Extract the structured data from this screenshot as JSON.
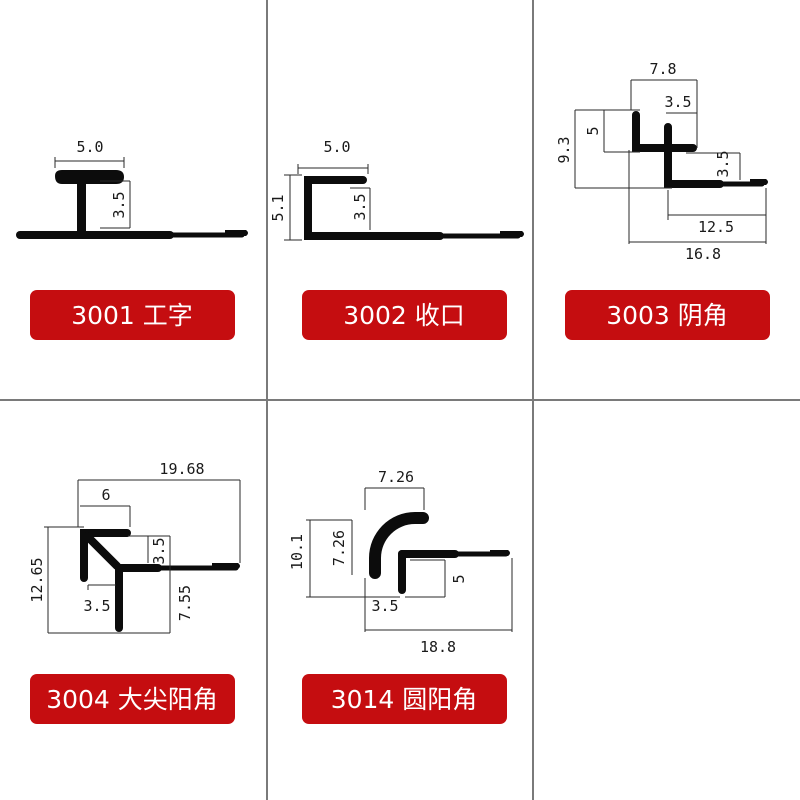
{
  "colors": {
    "badge": "#c50d10",
    "profile": "#0c0c0c",
    "grid": "#7a7a7a",
    "background": "#ffffff"
  },
  "items": [
    {
      "label": "3001 工字",
      "dims": [
        "5.0",
        "3.5"
      ]
    },
    {
      "label": "3002 收口",
      "dims": [
        "5.0",
        "5.1",
        "3.5"
      ]
    },
    {
      "label": "3003 阴角",
      "dims": [
        "7.8",
        "3.5",
        "9.3",
        "5",
        "3.5",
        "12.5",
        "16.8"
      ]
    },
    {
      "label": "3004 大尖阳角",
      "dims": [
        "19.68",
        "6",
        "3.5",
        "12.65",
        "3.5",
        "7.55"
      ]
    },
    {
      "label": "3014 圆阳角",
      "dims": [
        "7.26",
        "10.1",
        "7.26",
        "5",
        "3.5",
        "18.8"
      ]
    }
  ]
}
